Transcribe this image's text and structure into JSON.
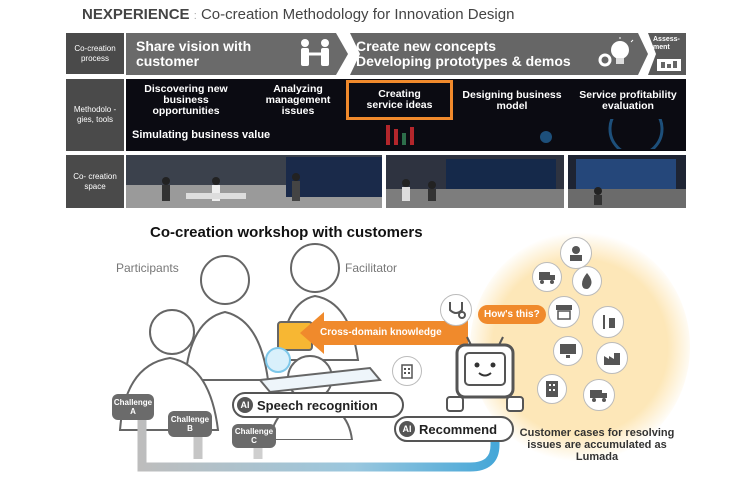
{
  "header": {
    "brand": "NEXPERIENCE",
    "subtitle": "Co-creation Methodology for Innovation Design"
  },
  "rows": {
    "process_label": "Co-creation process",
    "methods_label": "Methodolo -gies, tools",
    "space_label": "Co- creation space"
  },
  "process": {
    "share": "Share vision with customer",
    "create_line1": "Create new concepts",
    "create_line2": "Developing prototypes & demos",
    "assess": "Assess- ment"
  },
  "methods": {
    "discovering": "Discovering new business opportunities",
    "analyzing": "Analyzing management issues",
    "creating": "Creating service ideas",
    "designing": "Designing business model",
    "service": "Service profitability evaluation",
    "simulating": "Simulating business value"
  },
  "workshop": {
    "title": "Co-creation workshop with customers",
    "participants": "Participants",
    "facilitator": "Facilitator",
    "knowledge": "Cross-domain knowledge",
    "hows_this": "How's this?",
    "speech": "Speech recognition",
    "recommend": "Recommend",
    "ai_tag": "AI",
    "challenge_a": "Challenge A",
    "challenge_b": "Challenge B",
    "challenge_c": "Challenge C",
    "cases": "Customer cases for resolving issues are accumulated as Lumada"
  },
  "colors": {
    "orange": "#f08a2c",
    "highlight": "#f08a2c",
    "teal": "#46a7d8",
    "glow": "#fde7b8"
  }
}
